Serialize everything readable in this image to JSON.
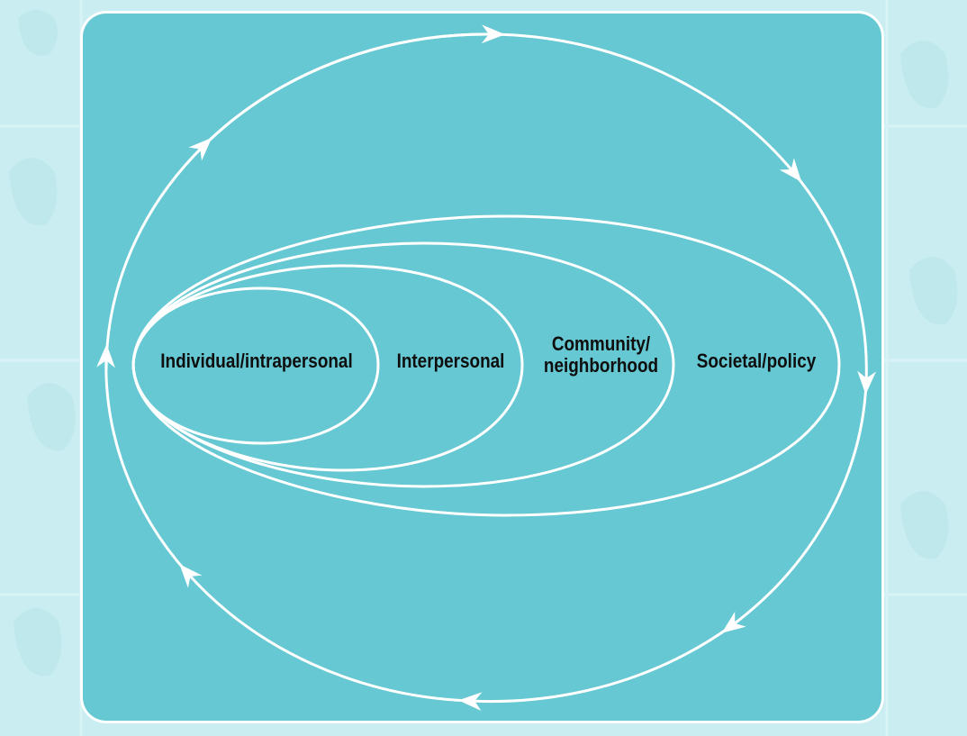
{
  "diagram": {
    "levels": [
      {
        "id": "individual",
        "label": "Individual/intrapersonal"
      },
      {
        "id": "interpersonal",
        "label": "Interpersonal"
      },
      {
        "id": "community",
        "label_line1": "Community/",
        "label_line2": "neighborhood"
      },
      {
        "id": "societal",
        "label": "Societal/policy"
      }
    ],
    "cycle_direction": "clockwise",
    "colors": {
      "panel": "#66c8d2",
      "background": "#c9edf1",
      "lines": "#ffffff",
      "text": "#0e0e0e"
    }
  }
}
